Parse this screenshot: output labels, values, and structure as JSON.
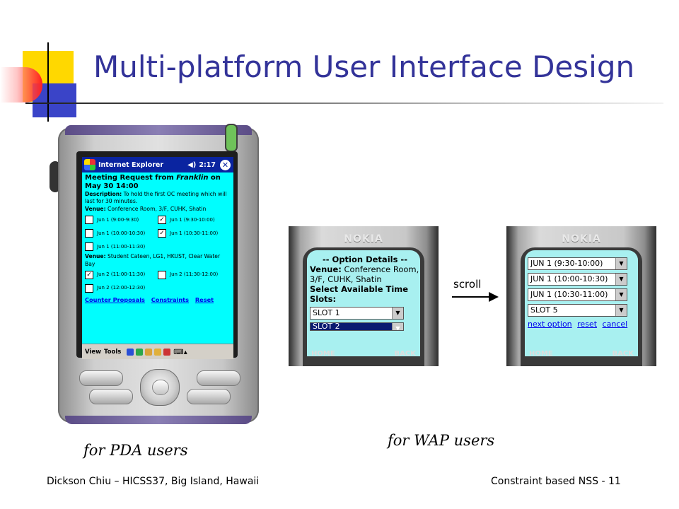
{
  "slide": {
    "title": "Multi-platform User Interface Design",
    "footer_left": "Dickson Chiu – HICSS37, Big Island, Hawaii",
    "footer_right": "Constraint based NSS - 11"
  },
  "pda": {
    "caption": "for PDA users",
    "taskbar": {
      "app": "Internet Explorer",
      "time": "2:17"
    },
    "heading_prefix": "Meeting Request from ",
    "heading_name": "Franklin",
    "heading_suffix": " on",
    "heading_date": "May 30 14:00",
    "description_label": "Description:",
    "description_text": " To hold the first OC meeting which will last for 30 minutes.",
    "venue1_label": "Venue:",
    "venue1_text": " Conference Room, 3/F, CUHK, Shatin",
    "venue1_slots": [
      {
        "left": "Jun 1 (9:00-9:30)",
        "left_checked": false,
        "right": "Jun 1 (9:30-10:00)",
        "right_checked": true
      },
      {
        "left": "Jun 1 (10:00-10:30)",
        "left_checked": false,
        "right": "Jun 1 (10:30-11:00)",
        "right_checked": true
      },
      {
        "left": "Jun 1 (11:00-11:30)",
        "left_checked": false
      }
    ],
    "venue2_label": "Venue:",
    "venue2_text": " Student Cateen, LG1, HKUST, Clear Water Bay",
    "venue2_slots": [
      {
        "left": "Jun 2 (11:00-11:30)",
        "left_checked": true,
        "right": "Jun 2 (11:30-12:00)",
        "right_checked": false
      },
      {
        "left": "Jun 2 (12:00-12:30)",
        "left_checked": false
      }
    ],
    "links": [
      "Counter Proposals",
      "Constraints",
      "Reset"
    ],
    "menubar": {
      "view": "View",
      "tools": "Tools"
    }
  },
  "wap": {
    "caption": "for WAP users",
    "scroll_label": "scroll",
    "phone_brand": "NOKIA",
    "softkeys": {
      "left": "HOME",
      "right": "BACK"
    },
    "screen1": {
      "option_details": "-- Option Details --",
      "venue_label": "Venue:",
      "venue_text": " Conference Room, 3/F, CUHK, Shatin",
      "select_label": "Select Available Time Slots:",
      "select1": "SLOT 1",
      "select2": "SLOT 2"
    },
    "screen2": {
      "selects": [
        "JUN 1 (9:30-10:00)",
        "JUN 1 (10:00-10:30)",
        "JUN 1 (10:30-11:00)",
        "SLOT 5"
      ],
      "links": [
        "next option",
        "reset",
        "cancel"
      ]
    }
  }
}
